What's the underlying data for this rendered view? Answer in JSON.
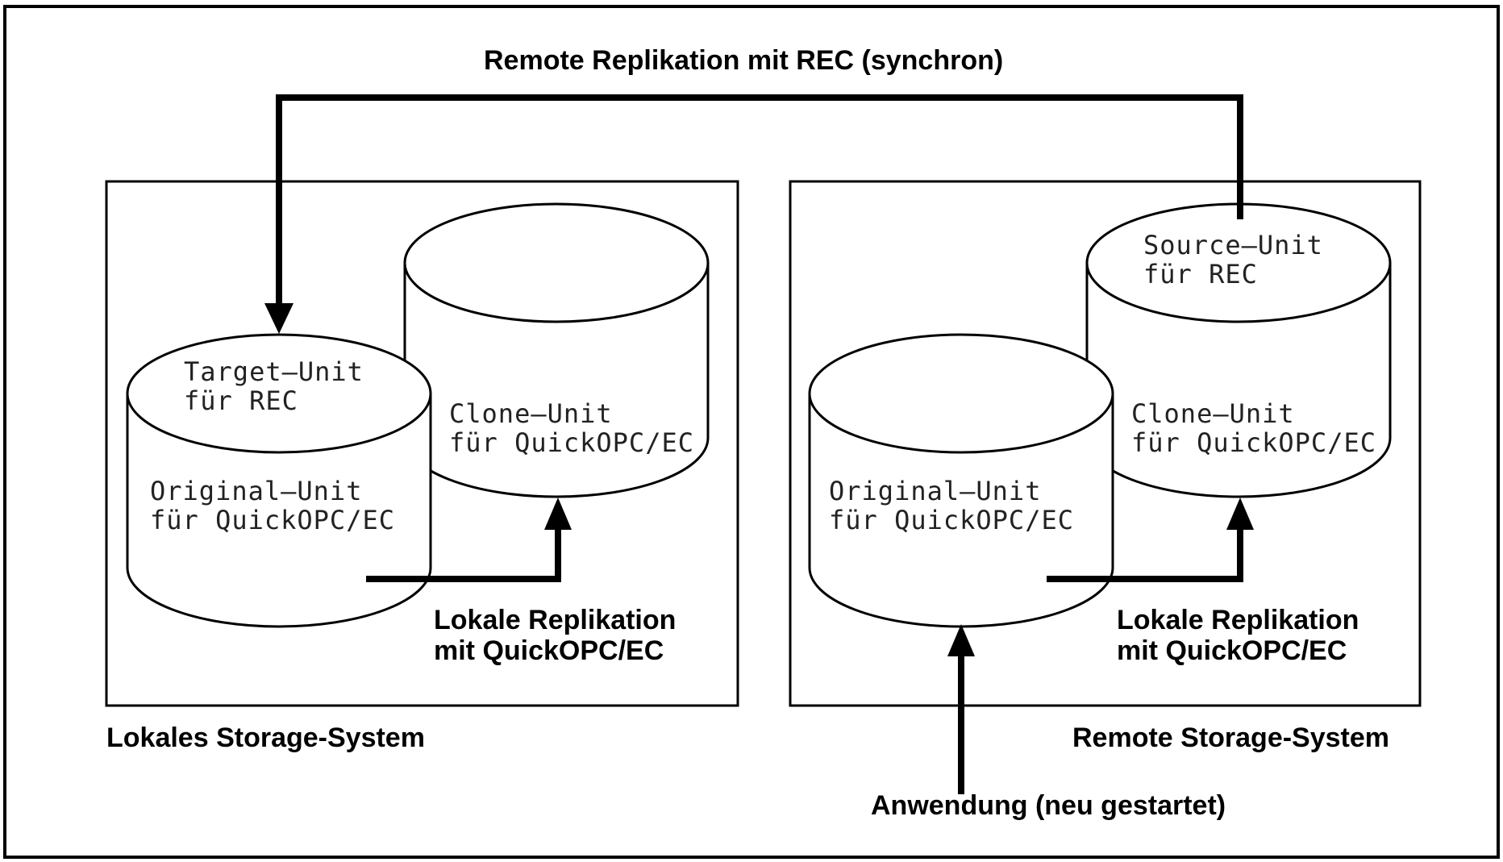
{
  "title": "Remote Replikation mit REC (synchron)",
  "local_system": {
    "label": "Lokales Storage-System",
    "front_cylinder": {
      "top_line1": "Target–Unit",
      "top_line2": "für REC",
      "body_line1": "Original–Unit",
      "body_line2": "für QuickOPC/EC"
    },
    "back_cylinder": {
      "body_line1": "Clone–Unit",
      "body_line2": "für QuickOPC/EC"
    },
    "replication_line1": "Lokale Replikation",
    "replication_line2": "mit QuickOPC/EC"
  },
  "remote_system": {
    "label": "Remote Storage-System",
    "front_cylinder": {
      "body_line1": "Original–Unit",
      "body_line2": "für QuickOPC/EC"
    },
    "back_cylinder": {
      "top_line1": "Source–Unit",
      "top_line2": "für REC",
      "body_line1": "Clone–Unit",
      "body_line2": "für QuickOPC/EC"
    },
    "replication_line1": "Lokale Replikation",
    "replication_line2": "mit QuickOPC/EC"
  },
  "application_label": "Anwendung (neu gestartet)"
}
